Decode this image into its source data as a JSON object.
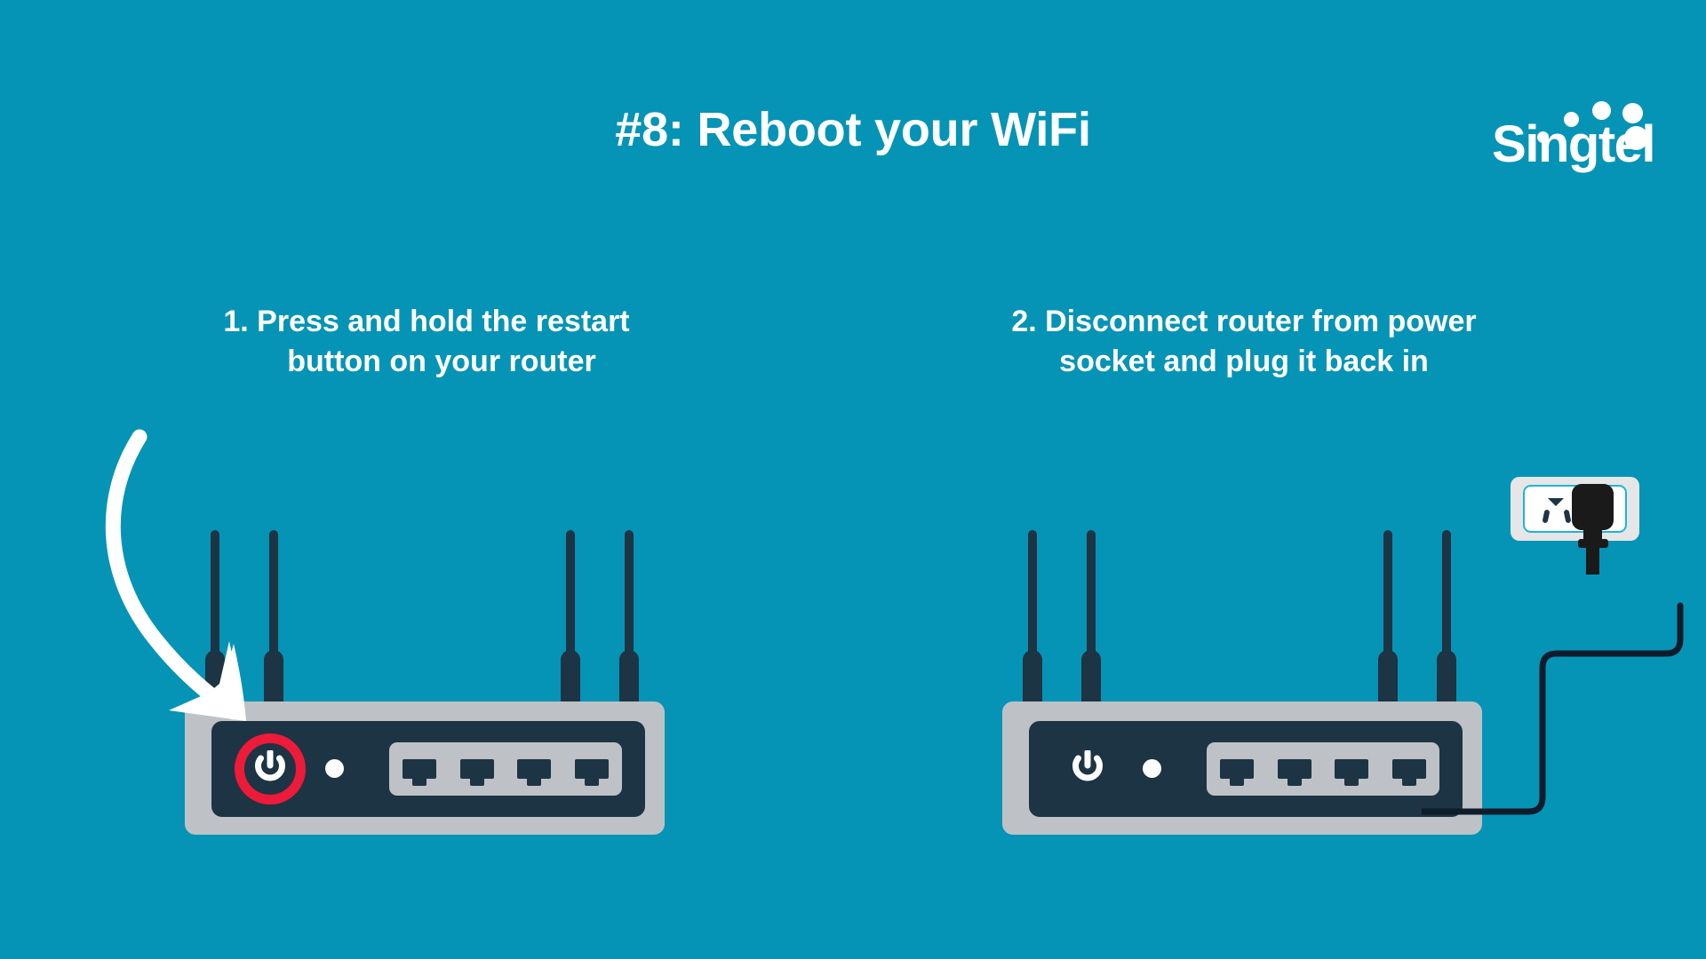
{
  "page": {
    "title": "#8: Reboot your WiFi",
    "background_color": "#0594b6"
  },
  "brand": {
    "name": "Singtel",
    "logo_icon": "singtel-dots-arc-icon",
    "dot_count": 5
  },
  "steps": [
    {
      "number": "1.",
      "caption_line_1": "1.  Press and hold the restart",
      "caption_line_2": "button on your router",
      "illustration": {
        "device": "wifi-router",
        "antenna_count": 4,
        "ethernet_port_count": 4,
        "power_button_highlighted": true,
        "highlight_color": "#ec1b39",
        "annotation_icon": "curved-arrow-icon",
        "body_color": "#bec2c6",
        "face_color": "#1d3444"
      }
    },
    {
      "number": "2.",
      "caption_line_1": "2. Disconnect router from power",
      "caption_line_2": "socket and plug it back in",
      "illustration": {
        "device": "wifi-router",
        "antenna_count": 4,
        "ethernet_port_count": 4,
        "power_button_highlighted": false,
        "accessories": [
          "wall-power-socket",
          "power-plug",
          "power-cable"
        ],
        "body_color": "#bec2c6",
        "face_color": "#1d3444",
        "socket_plate_color": "#e6e6e6",
        "plug_color": "#1a1a1a"
      }
    }
  ],
  "colors": {
    "background": "#0594b6",
    "text": "#ffffff",
    "accent_red": "#ec1b39",
    "device_dark": "#1d3444",
    "device_light": "#bec2c6"
  }
}
